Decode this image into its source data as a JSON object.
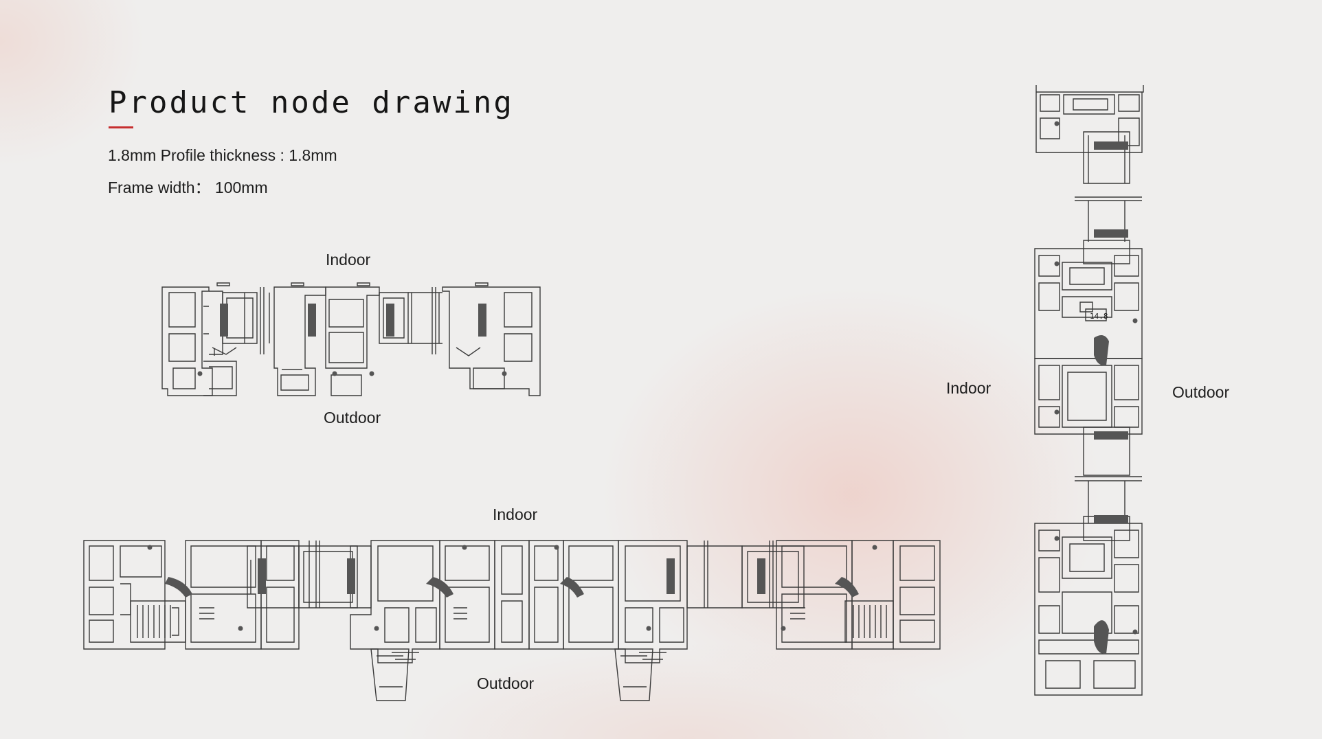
{
  "title": "Product node drawing",
  "specs": {
    "profile_thickness": "1.8mm Profile thickness : 1.8mm",
    "frame_width": "Frame width： 100mm"
  },
  "drawings": {
    "top_left": {
      "indoor": "Indoor",
      "outdoor": "Outdoor"
    },
    "bottom": {
      "indoor": "Indoor",
      "outdoor": "Outdoor"
    },
    "vertical": {
      "indoor": "Indoor",
      "outdoor": "Outdoor",
      "dimension": "14.8"
    }
  },
  "colors": {
    "accent": "#c62f2f",
    "line": "#3a3a3a",
    "glass_fill": "#555555"
  }
}
